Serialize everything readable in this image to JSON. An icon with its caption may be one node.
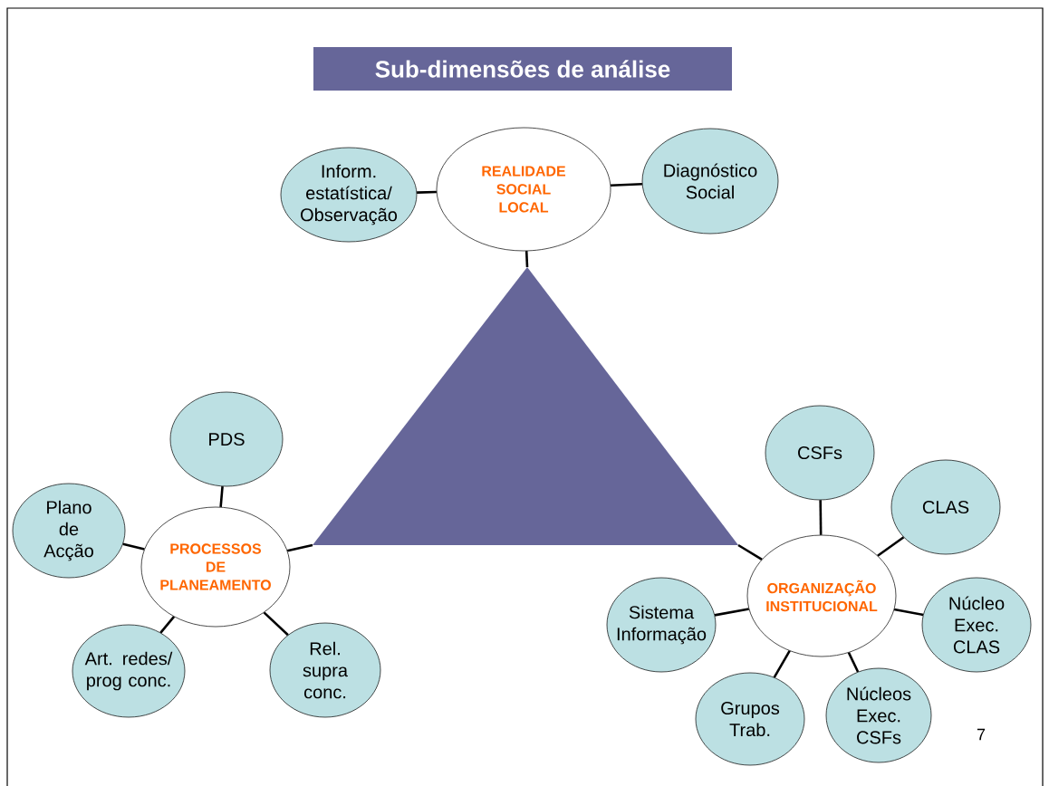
{
  "diagram": {
    "title": "Sub-dimensões de análise",
    "nodes": [
      {
        "text": [
          "Inform. estatística/ Observação"
        ]
      },
      {
        "text": [
          "REALIDADE SOCIAL LOCAL"
        ]
      },
      {
        "text": [
          "Diagnóstico Social"
        ]
      },
      {
        "text": [],
        "shape": "triangle"
      },
      {
        "text": [
          "PDS"
        ]
      },
      {
        "text": [
          "CSFs"
        ]
      },
      {
        "text": [
          "CLAS"
        ]
      },
      {
        "text": [
          "Plano de Acção"
        ]
      },
      {
        "text": [
          "PROCESSOS DE PLANEAMENTO"
        ]
      },
      {
        "text": [
          "ORGANIZAÇÃO INSTITUCIONAL"
        ]
      },
      {
        "text": [
          "Sistema Informação"
        ]
      },
      {
        "text": [
          "Núcleo Exec. CLAS"
        ]
      },
      {
        "text": [
          "Art. redes/ prog conc."
        ]
      },
      {
        "text": [
          "Rel. supra conc."
        ]
      },
      {
        "text": [
          "Grupos Trab."
        ]
      },
      {
        "text": [
          "Núcleos Exec. CSFs"
        ]
      }
    ],
    "edges": [
      {
        "from": 0,
        "to": 1,
        "arrow": "none"
      },
      {
        "from": 1,
        "to": 2,
        "arrow": "none"
      },
      {
        "from": 1,
        "to": 3,
        "arrow": "none"
      },
      {
        "from": 8,
        "to": 3,
        "arrow": "none"
      },
      {
        "from": 9,
        "to": 3,
        "arrow": "none"
      },
      {
        "from": 4,
        "to": 8,
        "arrow": "none"
      },
      {
        "from": 7,
        "to": 8,
        "arrow": "none"
      },
      {
        "from": 12,
        "to": 8,
        "arrow": "none"
      },
      {
        "from": 13,
        "to": 8,
        "arrow": "none"
      },
      {
        "from": 5,
        "to": 9,
        "arrow": "none"
      },
      {
        "from": 6,
        "to": 9,
        "arrow": "none"
      },
      {
        "from": 10,
        "to": 9,
        "arrow": "none"
      },
      {
        "from": 11,
        "to": 9,
        "arrow": "none"
      },
      {
        "from": 14,
        "to": 9,
        "arrow": "none"
      },
      {
        "from": 15,
        "to": 9,
        "arrow": "none"
      }
    ],
    "labels": [
      "7"
    ]
  }
}
